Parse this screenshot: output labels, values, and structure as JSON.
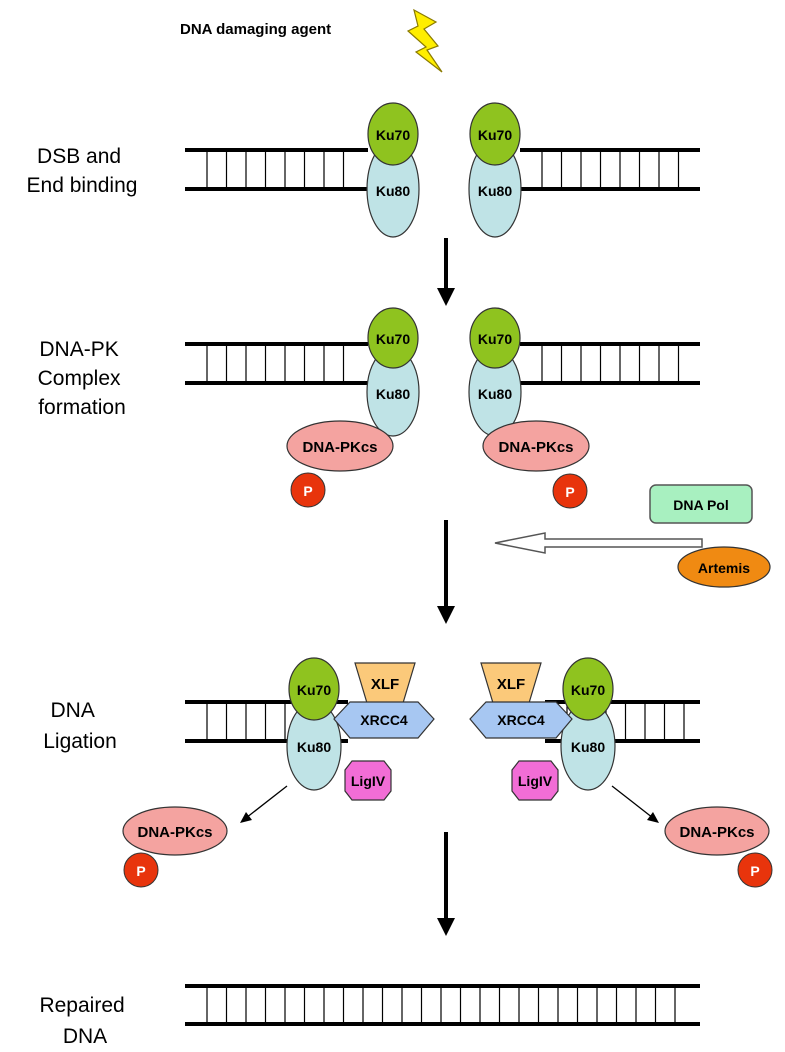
{
  "agent": {
    "label": "DNA damaging agent"
  },
  "steps": [
    {
      "lines": [
        "DSB and",
        "End binding"
      ]
    },
    {
      "lines": [
        "DNA-PK",
        "Complex",
        "formation"
      ]
    },
    {
      "lines": [
        "DNA",
        "Ligation"
      ]
    },
    {
      "lines": [
        "Repaired",
        "DNA"
      ]
    }
  ],
  "proteins": {
    "ku70": "Ku70",
    "ku80": "Ku80",
    "dnapkcs": "DNA-PKcs",
    "phospho": "P",
    "xlf": "XLF",
    "xrcc4": "XRCC4",
    "lig4": "LigIV",
    "dnapol": "DNA Pol",
    "artemis": "Artemis"
  },
  "colors": {
    "ku70": "#8fc31f",
    "ku80": "#bfe3e6",
    "dnapkcs": "#f4a3a0",
    "phospho": "#e8340c",
    "xlf": "#fbc97a",
    "xrcc4": "#a7c7f2",
    "lig4": "#f26dd6",
    "dnapol": "#a8f0c0",
    "artemis": "#f08a12",
    "lightning": "#ffee00"
  }
}
